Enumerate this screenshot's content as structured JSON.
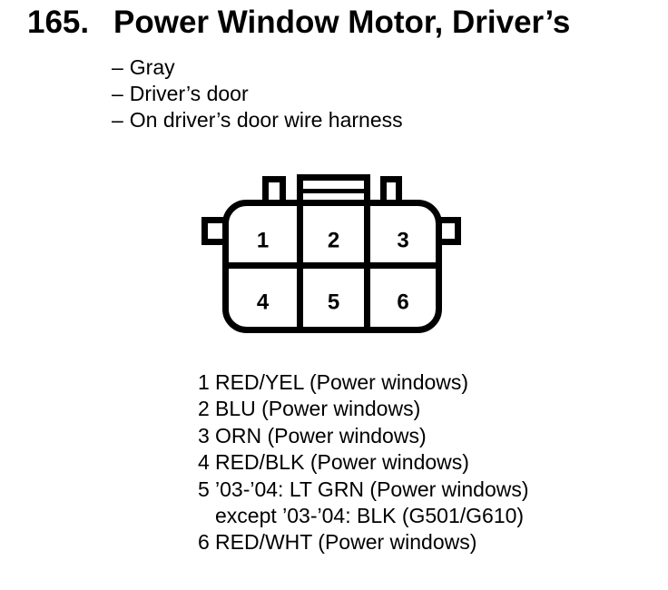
{
  "colors": {
    "ink": "#000000",
    "background": "#ffffff"
  },
  "header": {
    "number": "165.",
    "title": "Power Window Motor, Driver’s"
  },
  "details": {
    "bullet_char": "–",
    "items": [
      "Gray",
      "Driver’s door",
      "On driver’s door wire harness"
    ]
  },
  "connector": {
    "pins": [
      "1",
      "2",
      "3",
      "4",
      "5",
      "6"
    ]
  },
  "legend": {
    "rows": [
      {
        "pin": "1",
        "lines": [
          "RED/YEL (Power windows)"
        ]
      },
      {
        "pin": "2",
        "lines": [
          "BLU (Power windows)"
        ]
      },
      {
        "pin": "3",
        "lines": [
          "ORN (Power windows)"
        ]
      },
      {
        "pin": "4",
        "lines": [
          "RED/BLK (Power windows)"
        ]
      },
      {
        "pin": "5",
        "lines": [
          "’03-’04: LT GRN (Power windows)",
          "except ’03-’04: BLK (G501/G610)"
        ]
      },
      {
        "pin": "6",
        "lines": [
          "RED/WHT (Power windows)"
        ]
      }
    ]
  }
}
